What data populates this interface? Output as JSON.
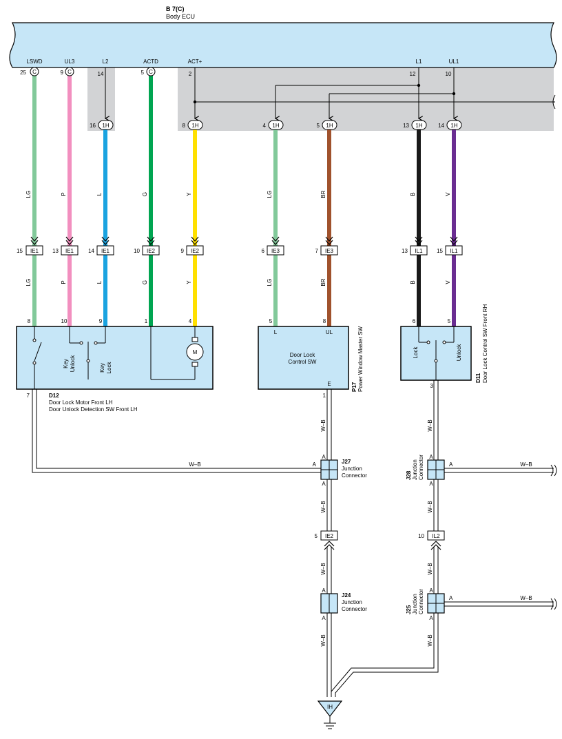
{
  "ecu": {
    "code": "B 7(C)",
    "name": "Body ECU"
  },
  "colors": {
    "component_fill": "#c6e6f7",
    "shade": "#d2d3d5",
    "LG": "#82c99a",
    "P": "#f28fbf",
    "L": "#1aa3e0",
    "G": "#00a551",
    "Y": "#ffe000",
    "BR": "#a0522d",
    "B": "#1a1a1a",
    "V": "#6a2d91"
  },
  "ecu_pins": [
    {
      "id": "lswd",
      "label": "LSWD",
      "pin": "25",
      "conn": "C"
    },
    {
      "id": "ul3",
      "label": "UL3",
      "pin": "9",
      "conn": "C"
    },
    {
      "id": "l2",
      "label": "L2",
      "pin": "14",
      "conn": ""
    },
    {
      "id": "actd",
      "label": "ACTD",
      "pin": "5",
      "conn": "C"
    },
    {
      "id": "actp",
      "label": "ACT+",
      "pin": "2",
      "conn": ""
    },
    {
      "id": "l1",
      "label": "L1",
      "pin": "12",
      "conn": ""
    },
    {
      "id": "ul1",
      "label": "UL1",
      "pin": "10",
      "conn": ""
    }
  ],
  "junction_1h": [
    {
      "id": "l2",
      "pin": "16",
      "conn": "1H"
    },
    {
      "id": "actp",
      "pin": "8",
      "conn": "1H"
    },
    {
      "id": "lg2",
      "pin": "4",
      "conn": "1H"
    },
    {
      "id": "br",
      "pin": "5",
      "conn": "1H"
    },
    {
      "id": "l1",
      "pin": "13",
      "conn": "1H"
    },
    {
      "id": "ul1",
      "pin": "14",
      "conn": "1H"
    }
  ],
  "wires": [
    {
      "id": "lswd",
      "color": "LG",
      "upper_label": "LG",
      "lower_label": "LG",
      "ic_pin": "15",
      "ic": "IE1",
      "comp_pin": "8"
    },
    {
      "id": "ul3",
      "color": "P",
      "upper_label": "P",
      "lower_label": "P",
      "ic_pin": "13",
      "ic": "IE1",
      "comp_pin": "10"
    },
    {
      "id": "l2",
      "color": "L",
      "upper_label": "L",
      "lower_label": "L",
      "ic_pin": "14",
      "ic": "IE1",
      "comp_pin": "9"
    },
    {
      "id": "actd",
      "color": "G",
      "upper_label": "G",
      "lower_label": "G",
      "ic_pin": "10",
      "ic": "IE2",
      "comp_pin": "1"
    },
    {
      "id": "actp",
      "color": "Y",
      "upper_label": "Y",
      "lower_label": "Y",
      "ic_pin": "9",
      "ic": "IE2",
      "comp_pin": "4"
    },
    {
      "id": "lg2",
      "color": "LG",
      "upper_label": "LG",
      "lower_label": "LG",
      "ic_pin": "6",
      "ic": "IE3",
      "comp_pin": "5"
    },
    {
      "id": "br",
      "color": "BR",
      "upper_label": "BR",
      "lower_label": "BR",
      "ic_pin": "7",
      "ic": "IE3",
      "comp_pin": "8"
    },
    {
      "id": "l1",
      "color": "B",
      "upper_label": "B",
      "lower_label": "B",
      "ic_pin": "13",
      "ic": "IL1",
      "comp_pin": "6"
    },
    {
      "id": "ul1",
      "color": "V",
      "upper_label": "V",
      "lower_label": "V",
      "ic_pin": "15",
      "ic": "IL1",
      "comp_pin": "5"
    }
  ],
  "d12": {
    "code": "D12",
    "line1": "Door Lock Motor Front LH",
    "line2": "Door Unlock Detection SW Front LH",
    "ground_pin": "7",
    "key_unlock_1": "Key",
    "key_unlock_2": "Unlock",
    "key_lock_1": "Key",
    "key_lock_2": "Lock",
    "motor": "M"
  },
  "p17": {
    "code": "P17",
    "name": "Power Window Master SW",
    "body_1": "Door Lock",
    "body_2": "Control SW",
    "term_l": "L",
    "term_ul": "UL",
    "term_e": "E",
    "ground_pin": "1"
  },
  "d11": {
    "code": "D11",
    "name": "Door Lock Control SW Front RH",
    "lock": "Lock",
    "unlock": "Unlock",
    "ground_pin": "3"
  },
  "ground_wires": {
    "label": "W–B"
  },
  "j27": {
    "code": "J27",
    "line1": "Junction",
    "line2": "Connector",
    "a": "A"
  },
  "j24": {
    "code": "J24",
    "line1": "Junction",
    "line2": "Connector",
    "a": "A"
  },
  "j28": {
    "code": "J28",
    "line1": "Junction",
    "line2": "Connector",
    "a": "A"
  },
  "j25": {
    "code": "J25",
    "line1": "Junction",
    "line2": "Connector",
    "a": "A"
  },
  "ie2_ground": {
    "pin": "5",
    "conn": "IE2"
  },
  "il2_ground": {
    "pin": "10",
    "conn": "IL2"
  },
  "ground_point": {
    "label": "IH"
  }
}
